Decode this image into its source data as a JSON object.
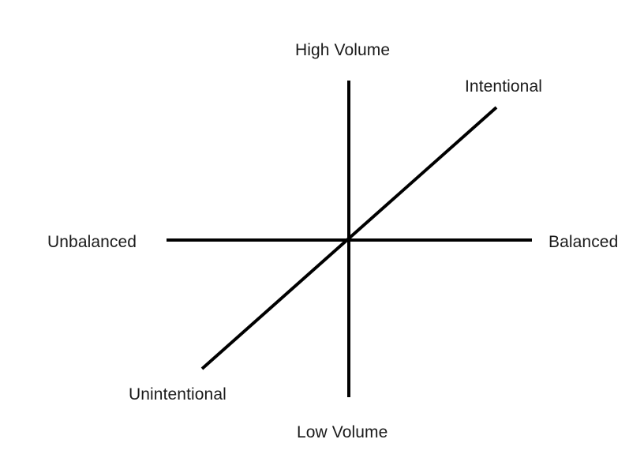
{
  "diagram": {
    "axes": {
      "vertical": {
        "top_label": "High Volume",
        "bottom_label": "Low Volume"
      },
      "horizontal": {
        "left_label": "Unbalanced",
        "right_label": "Balanced"
      },
      "diagonal": {
        "top_right_label": "Intentional",
        "bottom_left_label": "Unintentional"
      }
    },
    "line_color": "#000000",
    "text_color": "#1a1a1a"
  }
}
